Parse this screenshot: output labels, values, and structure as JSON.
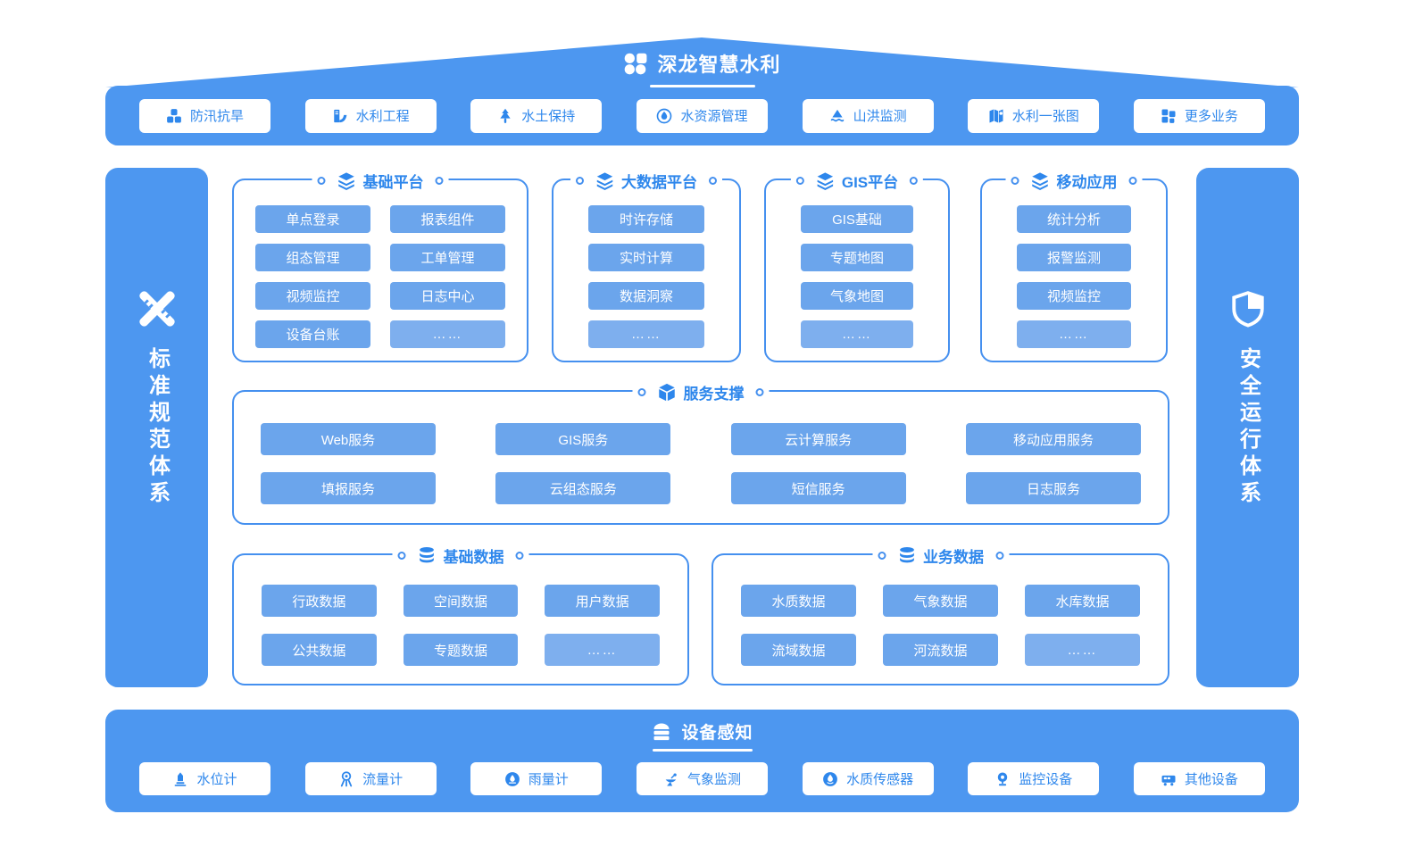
{
  "colors": {
    "primary_blue": "#4D97F0",
    "button_blue": "#6BA5EC",
    "accent_text_blue": "#2E87EC",
    "background": "#FFFFFF"
  },
  "header": {
    "title": "深龙智慧水利",
    "logo_icon": "clover-logo-icon"
  },
  "business_bar": {
    "items": [
      {
        "label": "防汛抗旱",
        "icon": "flood-cubes-icon"
      },
      {
        "label": "水利工程",
        "icon": "dam-icon"
      },
      {
        "label": "水土保持",
        "icon": "tree-icon"
      },
      {
        "label": "水资源管理",
        "icon": "water-drop-dial-icon"
      },
      {
        "label": "山洪监测",
        "icon": "mountain-torrent-icon"
      },
      {
        "label": "水利一张图",
        "icon": "folded-map-icon"
      },
      {
        "label": "更多业务",
        "icon": "grid-more-icon"
      }
    ]
  },
  "left_sidebar": {
    "label": "标准规范体系",
    "icon": "ruler-pencil-icon"
  },
  "right_sidebar": {
    "label": "安全运行体系",
    "icon": "shield-icon"
  },
  "platform_groups": [
    {
      "title": "基础平台",
      "icon": "layers-icon",
      "items": [
        "单点登录",
        "报表组件",
        "组态管理",
        "工单管理",
        "视频监控",
        "日志中心",
        "设备台账",
        "……"
      ]
    },
    {
      "title": "大数据平台",
      "icon": "layers-icon",
      "items": [
        "时许存储",
        "实时计算",
        "数据洞察",
        "……"
      ]
    },
    {
      "title": "GIS平台",
      "icon": "layers-icon",
      "items": [
        "GIS基础",
        "专题地图",
        "气象地图",
        "……"
      ]
    },
    {
      "title": "移动应用",
      "icon": "layers-icon",
      "items": [
        "统计分析",
        "报警监测",
        "视频监控",
        "……"
      ]
    }
  ],
  "service_group": {
    "title": "服务支撑",
    "icon": "cube-icon",
    "items": [
      "Web服务",
      "GIS服务",
      "云计算服务",
      "移动应用服务",
      "填报服务",
      "云组态服务",
      "短信服务",
      "日志服务"
    ]
  },
  "data_groups": [
    {
      "title": "基础数据",
      "icon": "database-icon",
      "items": [
        "行政数据",
        "空间数据",
        "用户数据",
        "公共数据",
        "专题数据",
        "……"
      ]
    },
    {
      "title": "业务数据",
      "icon": "database-icon",
      "items": [
        "水质数据",
        "气象数据",
        "水库数据",
        "流域数据",
        "河流数据",
        "……"
      ]
    }
  ],
  "device_bar": {
    "title": "设备感知",
    "icon": "server-stack-icon",
    "items": [
      {
        "label": "水位计",
        "icon": "water-level-icon"
      },
      {
        "label": "流量计",
        "icon": "flow-meter-icon"
      },
      {
        "label": "雨量计",
        "icon": "rain-gauge-icon"
      },
      {
        "label": "气象监测",
        "icon": "weather-monitor-icon"
      },
      {
        "label": "水质传感器",
        "icon": "quality-sensor-icon"
      },
      {
        "label": "监控设备",
        "icon": "camera-icon"
      },
      {
        "label": "其他设备",
        "icon": "other-device-icon"
      }
    ]
  }
}
